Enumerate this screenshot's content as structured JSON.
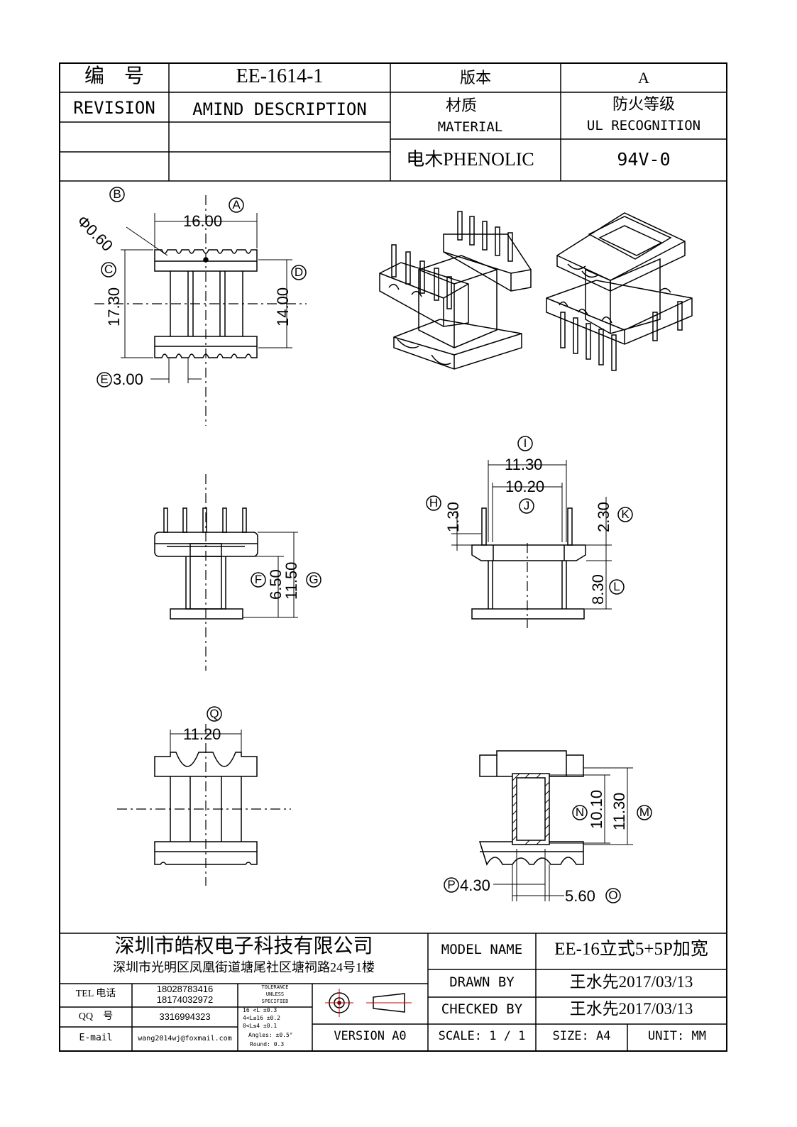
{
  "title_block": {
    "number_label": "编　号",
    "part_number": "EE-1614-1",
    "version_label": "版本",
    "version_value": "A",
    "revision_label": "REVISION",
    "amind_label": "AMIND DESCRIPTION",
    "material_cn": "材质",
    "material_en": "MATERIAL",
    "ul_cn": "防火等级",
    "ul_en": "UL RECOGNITION",
    "material_value": "电木PHENOLIC",
    "ul_value": "94V-0"
  },
  "dimensions": {
    "A": "16.00",
    "B": "Φ0.60",
    "C": "17.30",
    "D": "14.00",
    "E": "3.00",
    "F": "6.50",
    "G": "11.50",
    "H": "1.30",
    "I": "11.30",
    "J": "10.20",
    "K": "2.30",
    "L": "8.30",
    "M": "11.30",
    "N": "10.10",
    "O": "5.60",
    "P": "4.30",
    "Q": "11.20"
  },
  "callouts": [
    "A",
    "B",
    "C",
    "D",
    "E",
    "F",
    "G",
    "H",
    "I",
    "J",
    "K",
    "L",
    "M",
    "N",
    "O",
    "P",
    "Q"
  ],
  "footer": {
    "company": "深圳市皓权电子科技有限公司",
    "address": "深圳市光明区凤凰街道塘尾社区塘祠路24号1楼",
    "tel_label": "TEL 电话",
    "tel_1": "18028783416",
    "tel_2": "18174032972",
    "qq_label": "QQ　号",
    "qq_value": "3316994323",
    "email_label": "E-mail",
    "email_value": "wang2014wj@foxmail.com",
    "tolerance": [
      "TOLERANCE",
      "UNLESS",
      "SPECIFIED",
      "16 <L    ±0.3",
      "4<L≤16   ±0.2",
      "0<L≤4    ±0.1",
      "Angles: ±0.5°",
      "Round: 0.3"
    ],
    "version": "VERSION A0",
    "model_name_label": "MODEL NAME",
    "model_name_value": "EE-16立式5+5P加宽",
    "drawn_by_label": "DRAWN BY",
    "drawn_by_value": "王水先2017/03/13",
    "checked_by_label": "CHECKED BY",
    "checked_by_value": "王水先2017/03/13",
    "scale": "SCALE: 1 / 1",
    "size": "SIZE: A4",
    "unit": "UNIT: MM"
  }
}
